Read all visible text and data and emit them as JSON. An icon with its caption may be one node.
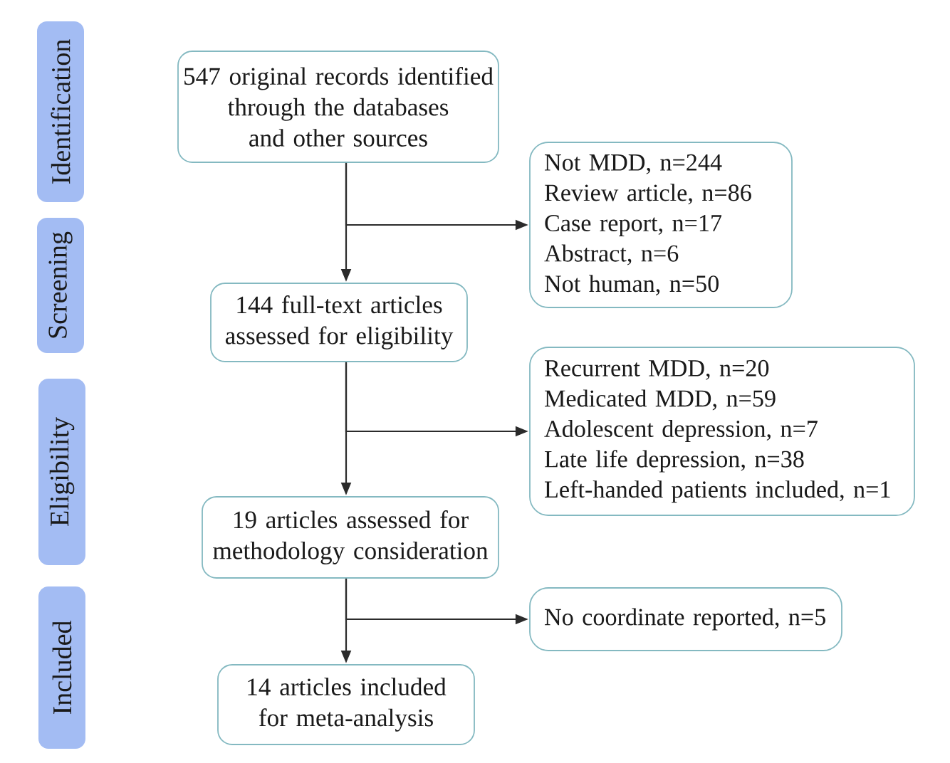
{
  "diagram": {
    "nodes": [
      {
        "text": [
          "Identification"
        ]
      },
      {
        "text": [
          "Screening"
        ]
      },
      {
        "text": [
          "Eligibility"
        ]
      },
      {
        "text": [
          "Included"
        ]
      },
      {
        "text": [
          "547 original records identified through the databases and other sources"
        ]
      },
      {
        "text": [
          "144 full-text articles assessed for eligibility"
        ]
      },
      {
        "text": [
          "19 articles assessed for methodology consideration"
        ]
      },
      {
        "text": [
          "14 articles included for meta-analysis"
        ]
      },
      {
        "text": [
          "Not MDD, n=244",
          "Review article, n=86",
          "Case report, n=17",
          "Abstract, n=6",
          "Not human, n=50"
        ]
      },
      {
        "text": [
          "Recurrent MDD, n=20",
          "Medicated MDD, n=59",
          "Adolescent depression, n=7",
          "Late life depression, n=38",
          "Left-handed patients included, n=1"
        ]
      },
      {
        "text": [
          "No coordinate reported, n=5"
        ]
      }
    ],
    "edges": [
      {
        "from": 4,
        "to": 5,
        "arrow": "to"
      },
      {
        "from": 4,
        "to": 8,
        "arrow": "to"
      },
      {
        "from": 5,
        "to": 6,
        "arrow": "to"
      },
      {
        "from": 5,
        "to": 9,
        "arrow": "to"
      },
      {
        "from": 6,
        "to": 7,
        "arrow": "to"
      },
      {
        "from": 6,
        "to": 10,
        "arrow": "to"
      }
    ]
  }
}
